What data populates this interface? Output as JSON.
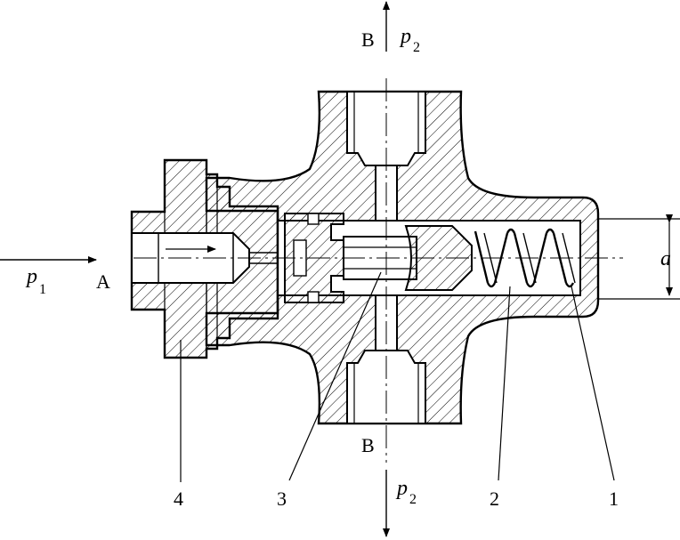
{
  "labels": {
    "port_a": "A",
    "p1_symbol": "p",
    "p1_subscript": "1",
    "port_b_top": "B",
    "port_b_bottom": "B",
    "p2_symbol": "p",
    "p2_subscript": "2",
    "dimension_a": "a",
    "part_1": "1",
    "part_2": "2",
    "part_3": "3",
    "part_4": "4"
  },
  "colors": {
    "line": "#000000",
    "background": "#ffffff"
  }
}
